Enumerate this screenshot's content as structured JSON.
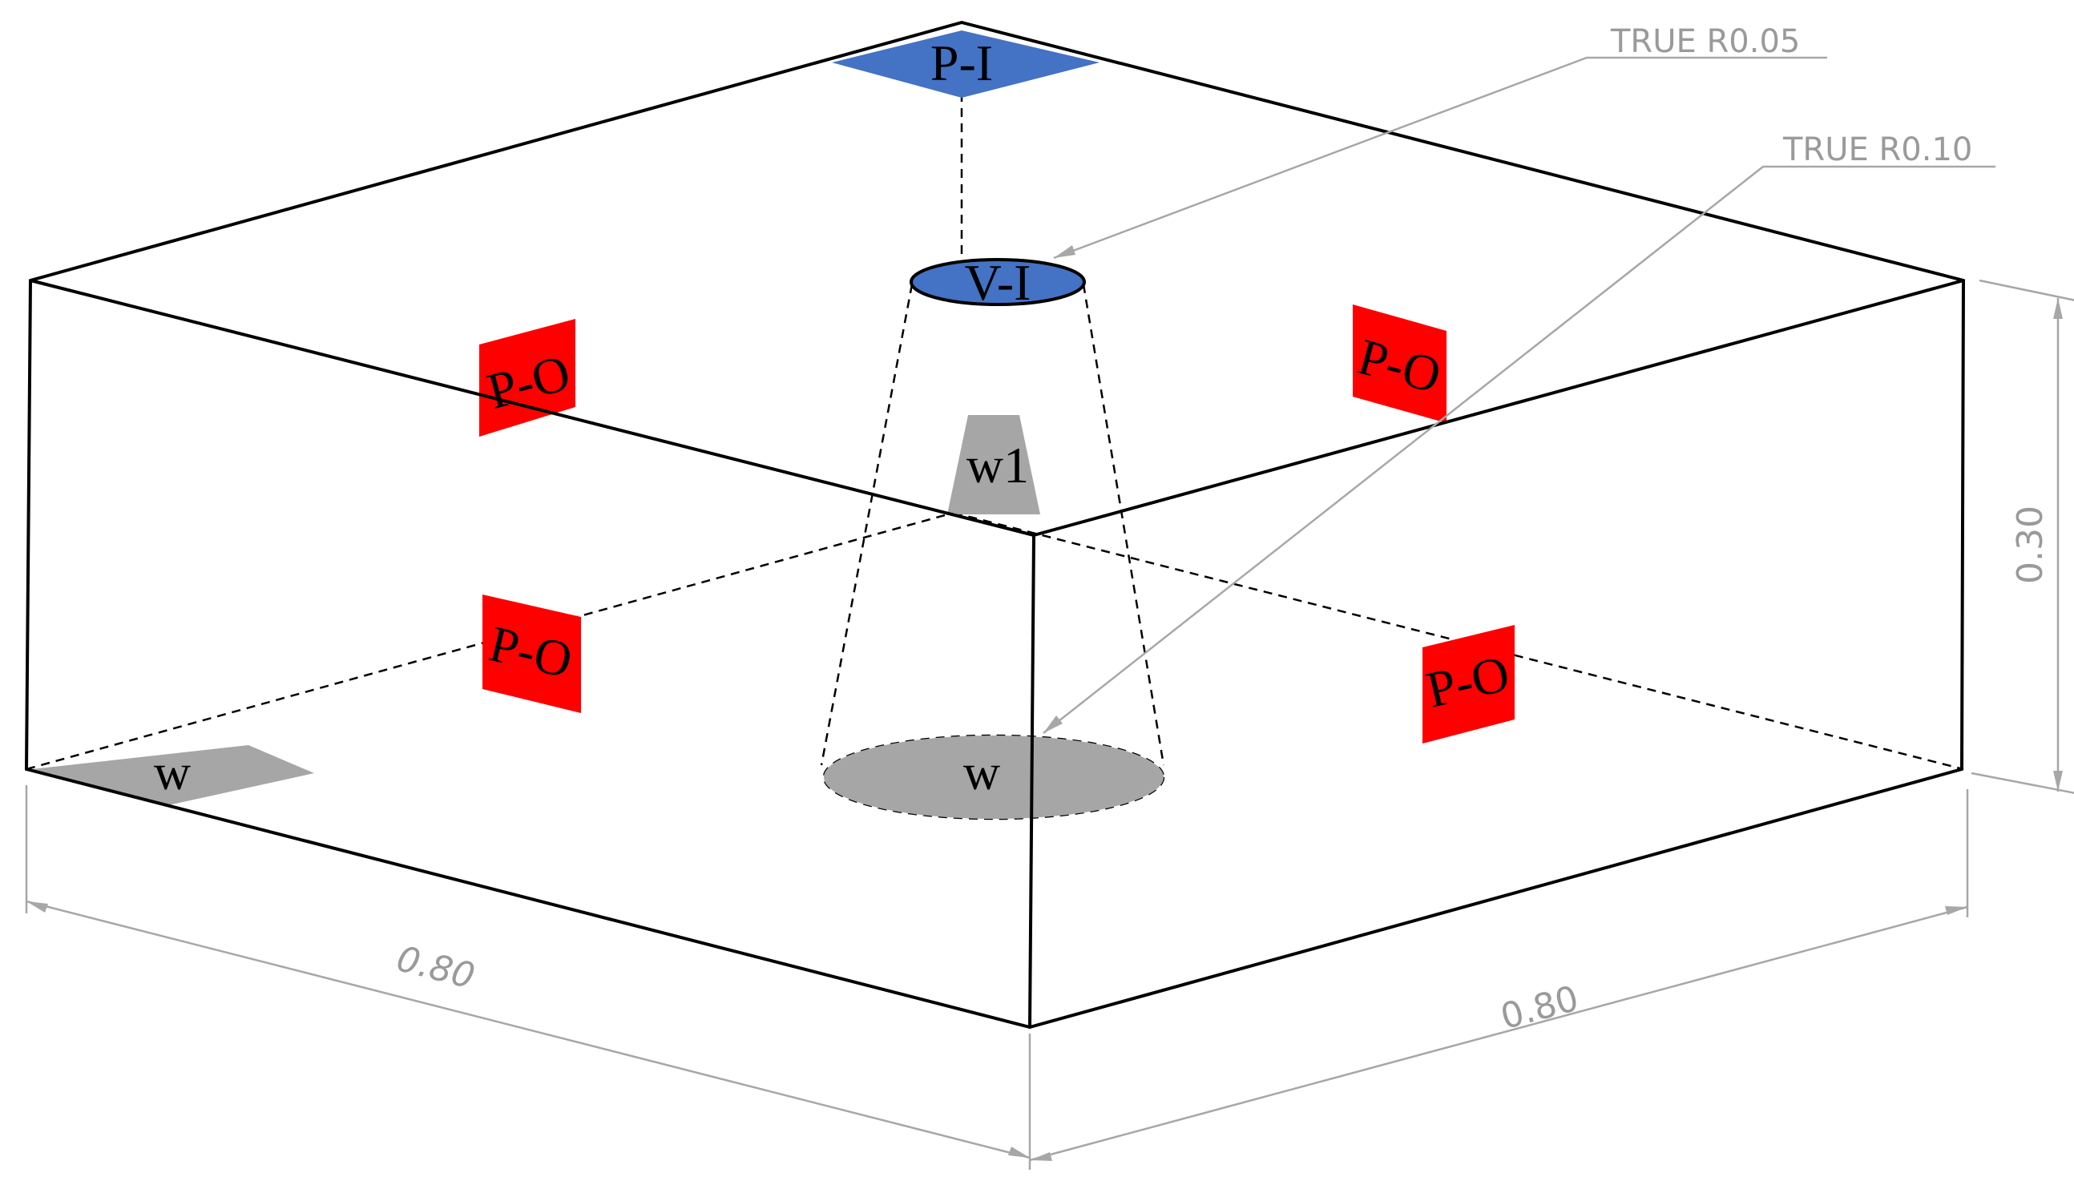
{
  "labels": {
    "inlet_pressure": "P-I",
    "inlet_velocity": "V-I",
    "outlet_back_left_upper": "P-O",
    "outlet_back_right_upper": "P-O",
    "outlet_front_left_lower": "P-O",
    "outlet_front_right_lower": "P-O",
    "wall_tip": "w1",
    "wall_base": "w",
    "wall_corner": "w"
  },
  "dimensions": {
    "width_left": "0.80",
    "width_right": "0.80",
    "height": "0.30",
    "radius_small": "TRUE R0.05",
    "radius_large": "TRUE R0.10"
  },
  "colors": {
    "inlet": "#4472c4",
    "outlet": "#ff0000",
    "wall": "#a6a6a6",
    "edge": "#000000",
    "dimension": "#a7a7a7"
  }
}
